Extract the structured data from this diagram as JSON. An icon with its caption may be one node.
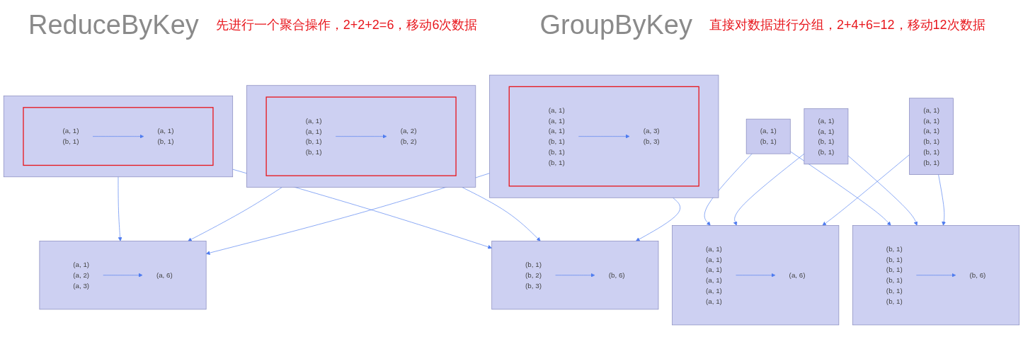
{
  "diagram": {
    "nodes": [
      {
        "text": [],
        "shape": "box"
      },
      {
        "text": [],
        "shape": "box",
        "in": 0
      },
      {
        "text": [
          "(a, 1) (b, 1)"
        ],
        "in": 1
      },
      {
        "text": [
          "(a, 1) (b, 1)"
        ],
        "in": 1
      },
      {
        "text": [],
        "shape": "box"
      },
      {
        "text": [],
        "shape": "box",
        "in": 4
      },
      {
        "text": [
          "(a, 1) (a, 1) (b, 1) (b, 1)"
        ],
        "in": 5
      },
      {
        "text": [
          "(a, 2) (b, 2)"
        ],
        "in": 5
      },
      {
        "text": [],
        "shape": "box"
      },
      {
        "text": [],
        "shape": "box",
        "in": 8
      },
      {
        "text": [
          "(a, 1) (a, 1) (a, 1) (b, 1) (b, 1) (b, 1)"
        ],
        "in": 9
      },
      {
        "text": [
          "(a, 3) (b, 3)"
        ],
        "in": 9
      },
      {
        "text": [],
        "shape": "box"
      },
      {
        "text": [
          "(a, 1) (a, 2) (a, 3)"
        ],
        "in": 12
      },
      {
        "text": [
          "(a, 6)"
        ],
        "in": 12
      },
      {
        "text": [],
        "shape": "box"
      },
      {
        "text": [
          "(b, 1) (b, 2) (b, 3)"
        ],
        "in": 15
      },
      {
        "text": [
          "(b, 6)"
        ],
        "in": 15
      },
      {
        "text": [
          "(a, 1) (b, 1)"
        ]
      },
      {
        "text": [
          "(a, 1) (a, 1) (b, 1) (b, 1)"
        ]
      },
      {
        "text": [
          "(a, 1) (a, 1) (a, 1) (b, 1) (b, 1) (b, 1)"
        ]
      },
      {
        "text": [],
        "shape": "box"
      },
      {
        "text": [
          "(a, 1) (a, 1) (a, 1) (a, 1) (a, 1) (a, 1)"
        ],
        "in": 21
      },
      {
        "text": [
          "(a, 6)"
        ],
        "in": 21
      },
      {
        "text": [],
        "shape": "box"
      },
      {
        "text": [
          "(b, 1) (b, 1) (b, 1) (b, 1) (b, 1) (b, 1)"
        ],
        "in": 24
      },
      {
        "text": [
          "(b, 6)"
        ],
        "in": 24
      }
    ],
    "edges": [
      {
        "from": 2,
        "to": 3,
        "arrow": "to"
      },
      {
        "from": 6,
        "to": 7,
        "arrow": "to"
      },
      {
        "from": 10,
        "to": 11,
        "arrow": "to"
      },
      {
        "from": 0,
        "to": 12,
        "arrow": "to"
      },
      {
        "from": 0,
        "to": 15,
        "arrow": "to"
      },
      {
        "from": 4,
        "to": 12,
        "arrow": "to"
      },
      {
        "from": 4,
        "to": 15,
        "arrow": "to"
      },
      {
        "from": 8,
        "to": 12,
        "arrow": "to"
      },
      {
        "from": 8,
        "to": 15,
        "arrow": "to"
      },
      {
        "from": 13,
        "to": 14,
        "arrow": "to"
      },
      {
        "from": 16,
        "to": 17,
        "arrow": "to"
      },
      {
        "from": 18,
        "to": 21,
        "arrow": "to"
      },
      {
        "from": 18,
        "to": 24,
        "arrow": "to"
      },
      {
        "from": 19,
        "to": 21,
        "arrow": "to"
      },
      {
        "from": 19,
        "to": 24,
        "arrow": "to"
      },
      {
        "from": 20,
        "to": 21,
        "arrow": "to"
      },
      {
        "from": 20,
        "to": 24,
        "arrow": "to"
      },
      {
        "from": 22,
        "to": 23,
        "arrow": "to"
      },
      {
        "from": 25,
        "to": 26,
        "arrow": "to"
      }
    ],
    "labels": [
      "ReduceByKey",
      "先进行一个聚合操作，2+2+2=6，移动6次数据",
      "GroupByKey",
      "直接对数据进行分组，2+4+6=12，移动12次数据"
    ]
  }
}
